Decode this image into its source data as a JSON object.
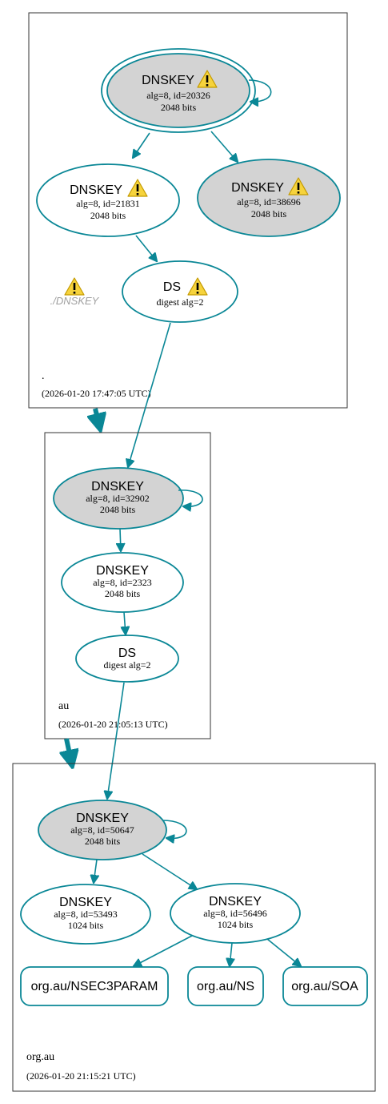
{
  "zones": {
    "root": {
      "label": ".",
      "timestamp": "(2026-01-20 17:47:05 UTC)"
    },
    "au": {
      "label": "au",
      "timestamp": "(2026-01-20 21:05:13 UTC)"
    },
    "orgau": {
      "label": "org.au",
      "timestamp": "(2026-01-20 21:15:21 UTC)"
    }
  },
  "nodes": {
    "root_ksk": {
      "title": "DNSKEY",
      "line1": "alg=8, id=20326",
      "line2": "2048 bits"
    },
    "root_zsk": {
      "title": "DNSKEY",
      "line1": "alg=8, id=21831",
      "line2": "2048 bits"
    },
    "root_ksk2": {
      "title": "DNSKEY",
      "line1": "alg=8, id=38696",
      "line2": "2048 bits"
    },
    "root_ds": {
      "title": "DS",
      "line1": "digest alg=2"
    },
    "root_ghost": {
      "label": "./DNSKEY"
    },
    "au_ksk": {
      "title": "DNSKEY",
      "line1": "alg=8, id=32902",
      "line2": "2048 bits"
    },
    "au_zsk": {
      "title": "DNSKEY",
      "line1": "alg=8, id=2323",
      "line2": "2048 bits"
    },
    "au_ds": {
      "title": "DS",
      "line1": "digest alg=2"
    },
    "org_ksk": {
      "title": "DNSKEY",
      "line1": "alg=8, id=50647",
      "line2": "2048 bits"
    },
    "org_zsk1": {
      "title": "DNSKEY",
      "line1": "alg=8, id=53493",
      "line2": "1024 bits"
    },
    "org_zsk2": {
      "title": "DNSKEY",
      "line1": "alg=8, id=56496",
      "line2": "1024 bits"
    },
    "org_nsec3param": {
      "label": "org.au/NSEC3PARAM"
    },
    "org_ns": {
      "label": "org.au/NS"
    },
    "org_soa": {
      "label": "org.au/SOA"
    }
  },
  "colors": {
    "edge": "#0a8796",
    "ksk_fill": "#d3d3d3",
    "zsk_fill": "#ffffff",
    "warning_fill": "#f6d33c",
    "warning_stroke": "#c49a00"
  }
}
